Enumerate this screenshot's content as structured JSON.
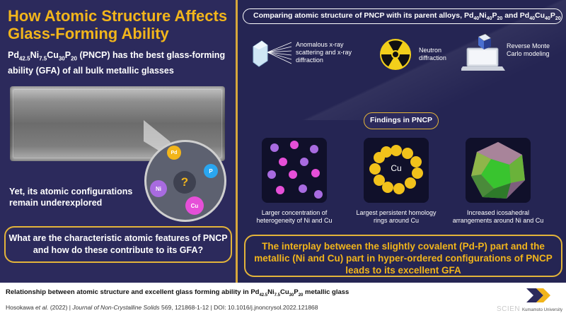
{
  "title": "How Atomic Structure Affects Glass-Forming Ability",
  "subtitle": {
    "pre": "Pd",
    "s1": "42.5",
    "m1": "Ni",
    "s2": "7.5",
    "m2": "Cu",
    "s3": "30",
    "m3": "P",
    "s4": "20",
    "rest": " (PNCP) has the best glass-forming ability (GFA) of all bulk metallic glasses"
  },
  "zoom_atoms": {
    "pd": "Pd",
    "p": "P",
    "ni": "Ni",
    "cu": "Cu",
    "unknown": "?"
  },
  "underexplored": "Yet, its atomic configurations remain underexplored",
  "question": "What are the characteristic atomic features of PNCP and how do these contribute to its GFA?",
  "comparison": {
    "text": "Comparing atomic structure of PNCP with its parent alloys, ",
    "a1": "Pd",
    "a1s": "40",
    "a2": "Ni",
    "a2s": "40",
    "a3": "P",
    "a3s": "20",
    "and": " and ",
    "b1": "Pd",
    "b1s": "40",
    "b2": "Cu",
    "b2s": "40",
    "b3": "P",
    "b3s": "20"
  },
  "methods": [
    {
      "label": "Anomalous x-ray scattering and x-ray diffraction",
      "icon": "crystal-beam-icon"
    },
    {
      "label": "Neutron diffraction",
      "icon": "radiation-icon"
    },
    {
      "label": "Reverse Monte Carlo modeling",
      "icon": "laptop-model-icon"
    }
  ],
  "findings_label": "Findings in PNCP",
  "findings": [
    {
      "caption": "Larger concentration of heterogeneity of Ni and Cu"
    },
    {
      "caption": "Largest persistent homology rings around Cu",
      "center": "Cu"
    },
    {
      "caption": "Increased icosahedral arrangements around Ni and Cu"
    }
  ],
  "conclusion": "The interplay between the slightly covalent (Pd-P) part and the metallic (Ni and Cu) part in hyper-ordered configurations of PNCP leads to its excellent GFA",
  "footer": {
    "title_pre": "Relationship between atomic structure and excellent glass forming ability in ",
    "t1": "Pd",
    "t1s": "42.5",
    "t2": "Ni",
    "t2s": "7.5",
    "t3": "Cu",
    "t3s": "30",
    "t4": "P",
    "t4s": "20",
    "title_post": " metallic glass",
    "author": "Hosokawa",
    "etal": " et al.",
    "year": " (2022) | ",
    "journal": "Journal of Non-Crystalline Solids",
    "ref": " 569, 121868-1-12 | DOI: 10.1016/j.jnoncrysol.2022.121868",
    "university": "Kumamoto University",
    "watermark": "SCIEN"
  },
  "colors": {
    "accent": "#f2b51b",
    "navy": "#2c2a5c",
    "purple": "#c43ee3",
    "ni_atom": "#a86be0",
    "cu_atom": "#e64fd8"
  }
}
